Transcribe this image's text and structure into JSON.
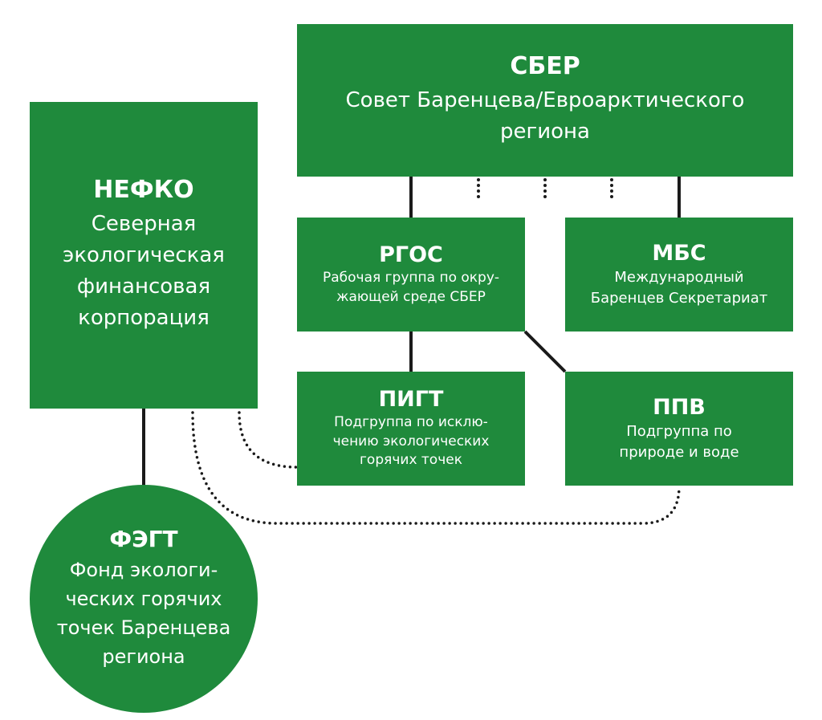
{
  "colors": {
    "box_fill": "#1f8a3c",
    "box_text": "#ffffff",
    "line": "#1a1a1a"
  },
  "nodes": {
    "sber": {
      "abbr": "СБЕР",
      "desc": "Совет Баренцева/Евроарктического\nрегиона"
    },
    "nefco": {
      "abbr": "НЕФКО",
      "desc": "Северная\nэкологическая\nфинансовая\nкорпорация"
    },
    "rgos": {
      "abbr": "РГОС",
      "desc": "Рабочая группа по окру-\nжающей среде СБЕР"
    },
    "mbs": {
      "abbr": "МБС",
      "desc": "Международный\nБаренцев Секретариат"
    },
    "pigt": {
      "abbr": "ПИГТ",
      "desc": "Подгруппа по исклю-\nчению экологических\nгорячих точек"
    },
    "ppv": {
      "abbr": "ППВ",
      "desc": "Подгруппа по\nприроде и воде"
    },
    "fegt": {
      "abbr": "ФЭГТ",
      "desc": "Фонд экологи-\nческих горячих\nточек Баренцева\nрегиона"
    }
  },
  "connections": [
    {
      "from": "sber",
      "to": "rgos",
      "style": "solid"
    },
    {
      "from": "sber",
      "to": "mbs",
      "style": "solid"
    },
    {
      "from": "sber",
      "to": "other",
      "style": "dotted"
    },
    {
      "from": "sber",
      "to": "other",
      "style": "dotted"
    },
    {
      "from": "sber",
      "to": "other",
      "style": "dotted"
    },
    {
      "from": "rgos",
      "to": "pigt",
      "style": "solid"
    },
    {
      "from": "rgos",
      "to": "ppv",
      "style": "solid"
    },
    {
      "from": "nefco",
      "to": "fegt",
      "style": "solid"
    },
    {
      "from": "nefco",
      "to": "pigt",
      "style": "dotted"
    },
    {
      "from": "nefco",
      "to": "ppv",
      "style": "dotted"
    }
  ]
}
